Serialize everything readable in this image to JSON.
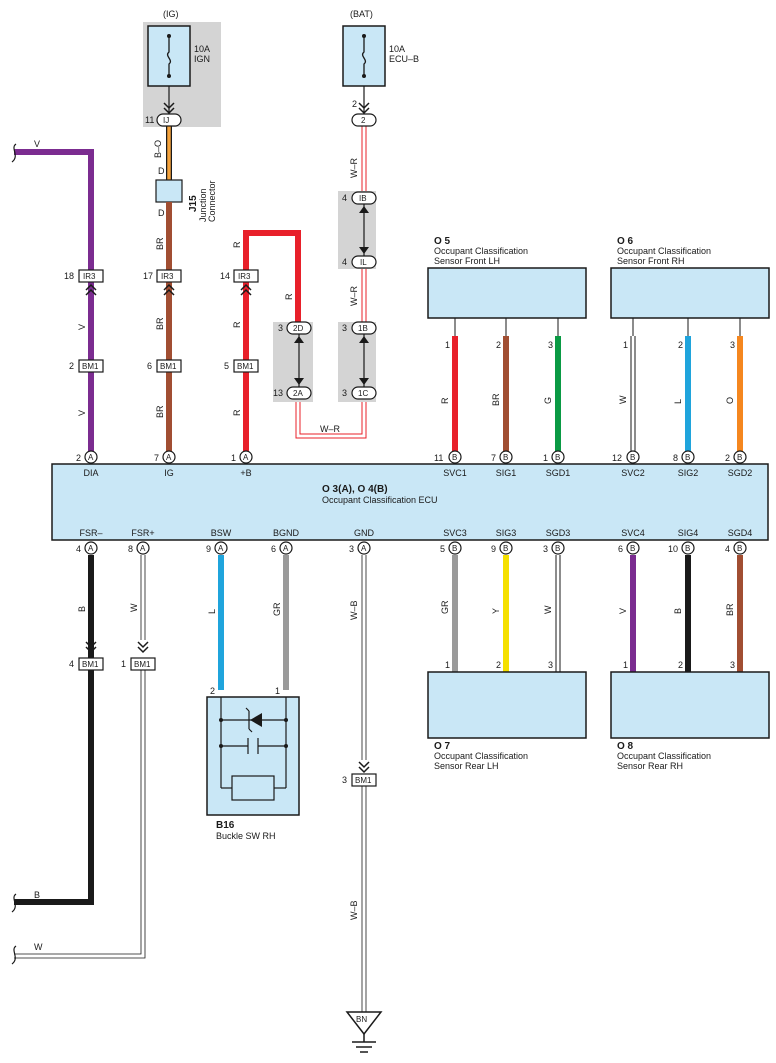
{
  "power": {
    "ig": {
      "source": "(IG)",
      "amp": "10A",
      "name": "IGN"
    },
    "bat": {
      "source": "(BAT)",
      "amp": "10A",
      "name": "ECU–B"
    }
  },
  "junction": {
    "id": "J15",
    "name1": "Junction",
    "name2": "Connector"
  },
  "ecu": {
    "id": "O 3(A), O 4(B)",
    "name": "Occupant Classification ECU"
  },
  "sensors": {
    "o5": {
      "id": "O 5",
      "line1": "Occupant Classification",
      "line2": "Sensor Front LH"
    },
    "o6": {
      "id": "O 6",
      "line1": "Occupant Classification",
      "line2": "Sensor Front RH"
    },
    "o7": {
      "id": "O 7",
      "line1": "Occupant Classification",
      "line2": "Sensor Rear LH"
    },
    "o8": {
      "id": "O 8",
      "line1": "Occupant Classification",
      "line2": "Sensor Rear RH"
    }
  },
  "buckle": {
    "id": "B16",
    "name": "Buckle SW RH"
  },
  "ground": {
    "label": "BN"
  },
  "connectors": {
    "ir3": "IR3",
    "bm1": "BM1",
    "ij": "IJ",
    "ib": "IB",
    "il": "IL",
    "c2d": "2D",
    "c2a": "2A",
    "c1b": "1B",
    "c1c": "1C",
    "c2": "2",
    "a": "A",
    "b": "B"
  },
  "pins": {
    "dia": "DIA",
    "ig": "IG",
    "b_plus": "+B",
    "svc1": "SVC1",
    "sig1": "SIG1",
    "sgd1": "SGD1",
    "svc2": "SVC2",
    "sig2": "SIG2",
    "sgd2": "SGD2",
    "fsr_minus": "FSR–",
    "fsr_plus": "FSR+",
    "bsw": "BSW",
    "bgnd": "BGND",
    "gnd": "GND",
    "svc3": "SVC3",
    "sig3": "SIG3",
    "sgd3": "SGD3",
    "svc4": "SVC4",
    "sig4": "SIG4",
    "sgd4": "SGD4"
  },
  "wire_colors": {
    "v": "V",
    "br": "BR",
    "r": "R",
    "b_o": "B–O",
    "w_r": "W–R",
    "w_b": "W–B",
    "g": "G",
    "w": "W",
    "l": "L",
    "o": "O",
    "b": "B",
    "gr": "GR",
    "y": "Y",
    "d": "D"
  },
  "numbers": {
    "n1": "1",
    "n2": "2",
    "n3": "3",
    "n4": "4",
    "n5": "5",
    "n6": "6",
    "n7": "7",
    "n8": "8",
    "n9": "9",
    "n10": "10",
    "n11": "11",
    "n12": "12",
    "n13": "13",
    "n14": "14",
    "n17": "17",
    "n18": "18"
  },
  "colors": {
    "violet": "#7b2c90",
    "brown": "#a14e32",
    "red": "#e8202a",
    "green": "#0a9a44",
    "blue": "#1fa4dc",
    "orange": "#f5871f",
    "yellow": "#f5e000",
    "gray": "#9a9a9a",
    "black": "#1a1a1a",
    "box_fill": "#c9e7f6",
    "shade": "#d4d4d4"
  }
}
